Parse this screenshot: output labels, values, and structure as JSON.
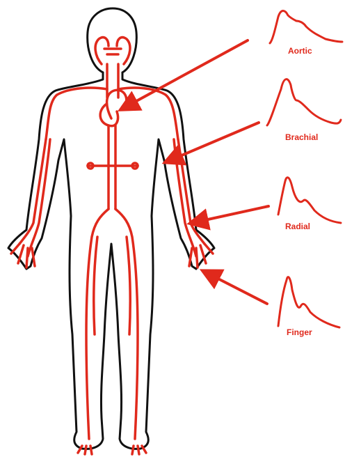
{
  "colors": {
    "artery": "#e0291c",
    "outline": "#111111",
    "background": "#ffffff"
  },
  "labels": [
    {
      "id": "aortic",
      "text": "Aortic"
    },
    {
      "id": "brachial",
      "text": "Brachial"
    },
    {
      "id": "radial",
      "text": "Radial"
    },
    {
      "id": "finger",
      "text": "Finger"
    }
  ],
  "icons": {
    "figure": "human-body-outline-icon",
    "waveform": "pulse-waveform-icon",
    "arrow": "arrow-left-icon"
  }
}
